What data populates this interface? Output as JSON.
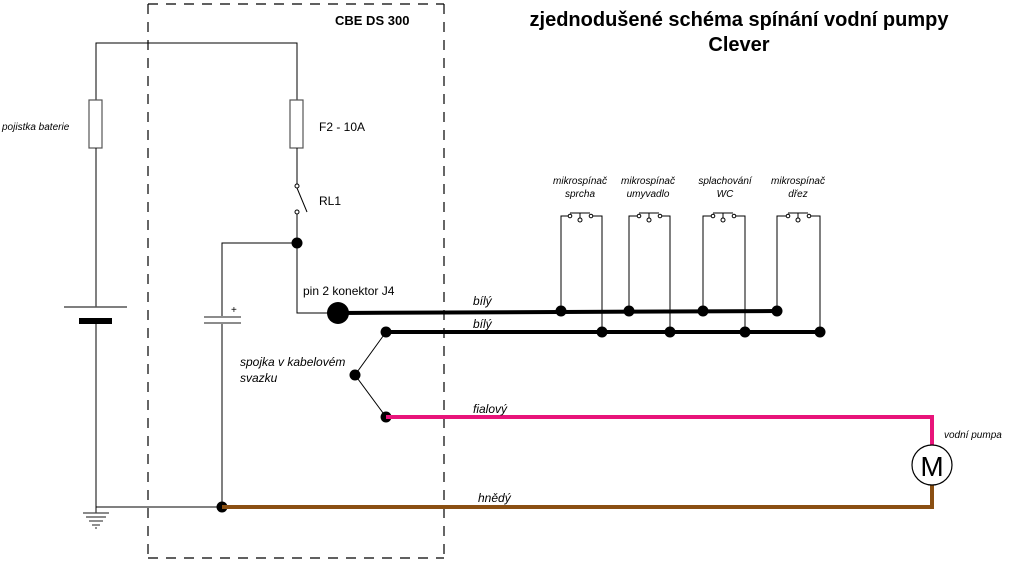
{
  "title": {
    "line1": "zjednodušené schéma spínání vodní pumpy",
    "line2": "Clever"
  },
  "unit_label": "CBE DS 300",
  "components": {
    "battery_fuse": "pojistka baterie",
    "fuse_f2": "F2 - 10A",
    "relay": "RL1",
    "connector": "pin 2 konektor J4",
    "splice": {
      "line1": "spojka v kabelovém",
      "line2": "svazku"
    },
    "capacitor_polarity": "+",
    "motor_symbol": "M",
    "pump": "vodní pumpa"
  },
  "switches": [
    {
      "line1": "mikrospínač",
      "line2": "sprcha"
    },
    {
      "line1": "mikrospínač",
      "line2": "umyvadlo"
    },
    {
      "line1": "splachování",
      "line2": "WC"
    },
    {
      "line1": "mikrospínač",
      "line2": "dřez"
    }
  ],
  "wires": {
    "white1": {
      "label": "bílý",
      "color": "#000000"
    },
    "white2": {
      "label": "bílý",
      "color": "#000000"
    },
    "violet": {
      "label": "fialový",
      "color": "#e8147a"
    },
    "brown": {
      "label": "hnědý",
      "color": "#8a4f12"
    }
  }
}
